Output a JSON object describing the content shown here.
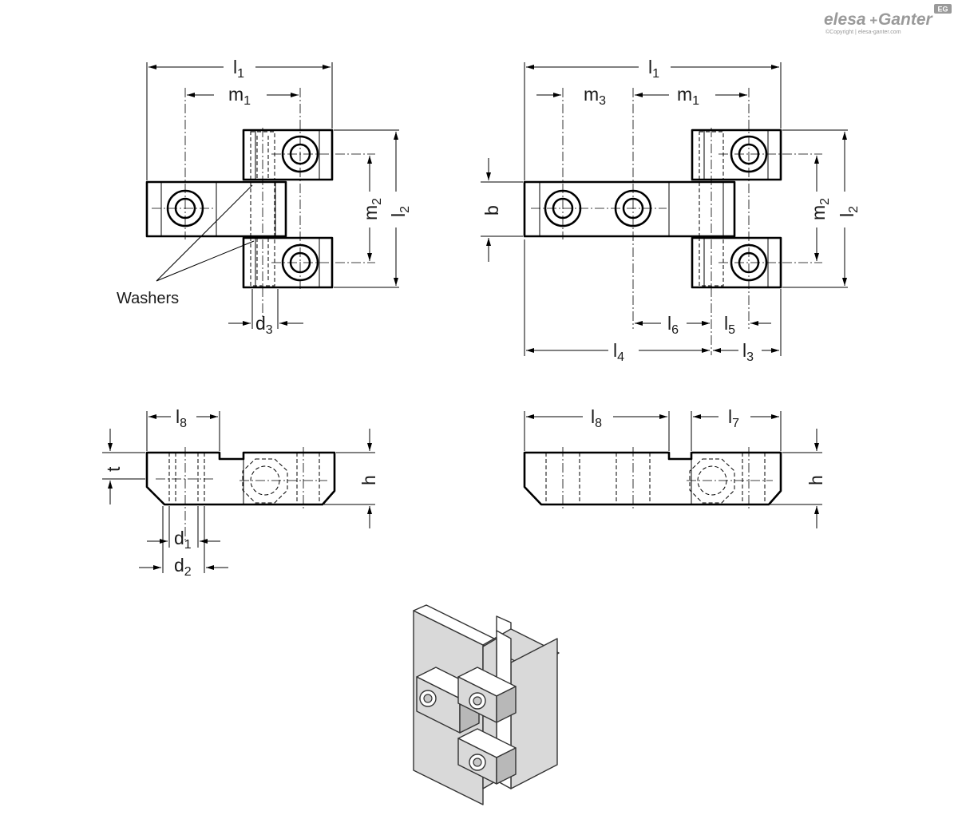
{
  "brand": {
    "logo_left": "elesa",
    "logo_plus": "+",
    "logo_right": "Ganter",
    "badge": "EG",
    "copyright": "©Copyright | elesa-ganter.com",
    "color": "#9a9a9a"
  },
  "top_left_view": {
    "dim_l1": {
      "main": "l",
      "sub": "1"
    },
    "dim_m1": {
      "main": "m",
      "sub": "1"
    },
    "dim_m2": {
      "main": "m",
      "sub": "2"
    },
    "dim_l2": {
      "main": "l",
      "sub": "2"
    },
    "dim_d3": {
      "main": "d",
      "sub": "3"
    },
    "callout_washers": "Washers"
  },
  "top_right_view": {
    "dim_l1": {
      "main": "l",
      "sub": "1"
    },
    "dim_m3": {
      "main": "m",
      "sub": "3"
    },
    "dim_m1": {
      "main": "m",
      "sub": "1"
    },
    "dim_b": {
      "main": "b",
      "sub": ""
    },
    "dim_m2": {
      "main": "m",
      "sub": "2"
    },
    "dim_l2": {
      "main": "l",
      "sub": "2"
    },
    "dim_l6": {
      "main": "l",
      "sub": "6"
    },
    "dim_l5": {
      "main": "l",
      "sub": "5"
    },
    "dim_l4": {
      "main": "l",
      "sub": "4"
    },
    "dim_l3": {
      "main": "l",
      "sub": "3"
    }
  },
  "side_left_view": {
    "dim_l8": {
      "main": "l",
      "sub": "8"
    },
    "dim_t": {
      "main": "t",
      "sub": ""
    },
    "dim_h": {
      "main": "h",
      "sub": ""
    },
    "dim_d1": {
      "main": "d",
      "sub": "1"
    },
    "dim_d2": {
      "main": "d",
      "sub": "2"
    }
  },
  "side_right_view": {
    "dim_l8": {
      "main": "l",
      "sub": "8"
    },
    "dim_l7": {
      "main": "l",
      "sub": "7"
    },
    "dim_h": {
      "main": "h",
      "sub": ""
    }
  }
}
